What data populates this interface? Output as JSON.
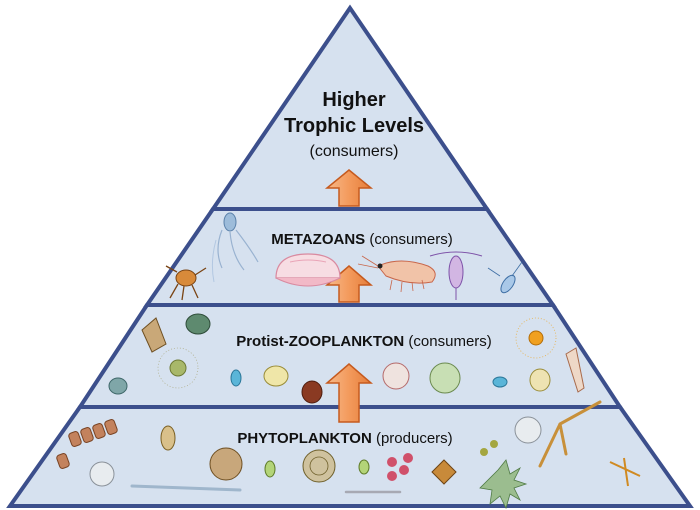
{
  "levels": {
    "top": {
      "title_line1": "Higher",
      "title_line2": "Trophic Levels",
      "subtitle": "(consumers)"
    },
    "metazoans": {
      "name": "METAZOANS",
      "role": " (consumers)"
    },
    "protists": {
      "name": "Protist-ZOOPLANKTON",
      "role": " (consumers)"
    },
    "phytoplankton": {
      "name": "PHYTOPLANKTON",
      "role": " (producers)"
    }
  },
  "colors": {
    "tier_fill": "#d6e1ef",
    "tier_border": "#3c4f8c",
    "arrow_fill": "#f3a56f",
    "arrow_stroke": "#c65a1e"
  },
  "icons": [
    "jellyfish-icon",
    "siphonophore-icon",
    "krill-icon",
    "copepod-icon",
    "larva-icon",
    "foraminifera-icon",
    "radiolarian-icon",
    "ciliate-icon",
    "tintinnid-icon",
    "dinoflagellate-icon",
    "diatom-chain-icon",
    "centric-diatom-icon",
    "pennate-diatom-icon",
    "coccolithophore-icon",
    "ceratium-icon"
  ]
}
